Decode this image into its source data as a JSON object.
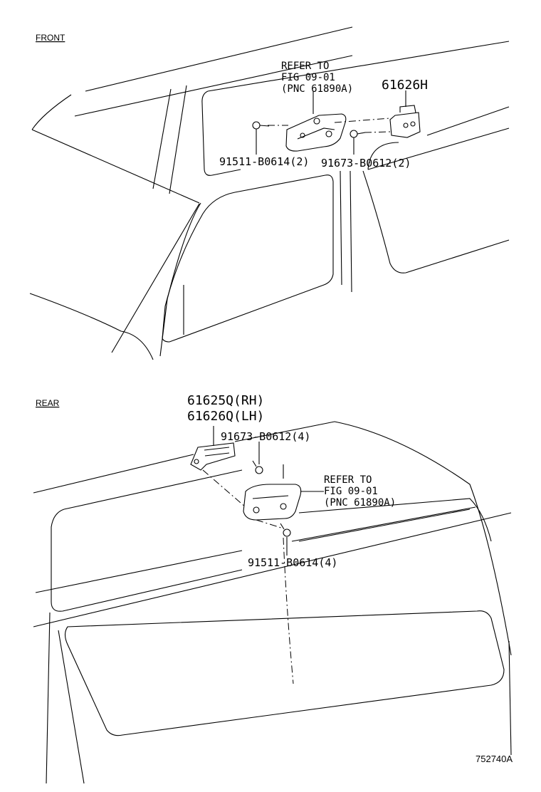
{
  "sections": {
    "front": {
      "title": "FRONT",
      "callouts": {
        "refer_line1": "REFER TO",
        "refer_line2": "FIG 09-01",
        "refer_line3": "(PNC 61890A)",
        "part_hinge": "61626H",
        "screw_left": "91511-B0614(2)",
        "screw_right": "91673-B0612(2)"
      }
    },
    "rear": {
      "title": "REAR",
      "callouts": {
        "part_rh": "61625Q(RH)",
        "part_lh": "61626Q(LH)",
        "screw_top": "91673-B0612(4)",
        "refer_line1": "REFER TO",
        "refer_line2": "FIG 09-01",
        "refer_line3": "(PNC 61890A)",
        "screw_bottom": "91511-B0614(4)"
      }
    }
  },
  "figure_id": "752740A"
}
